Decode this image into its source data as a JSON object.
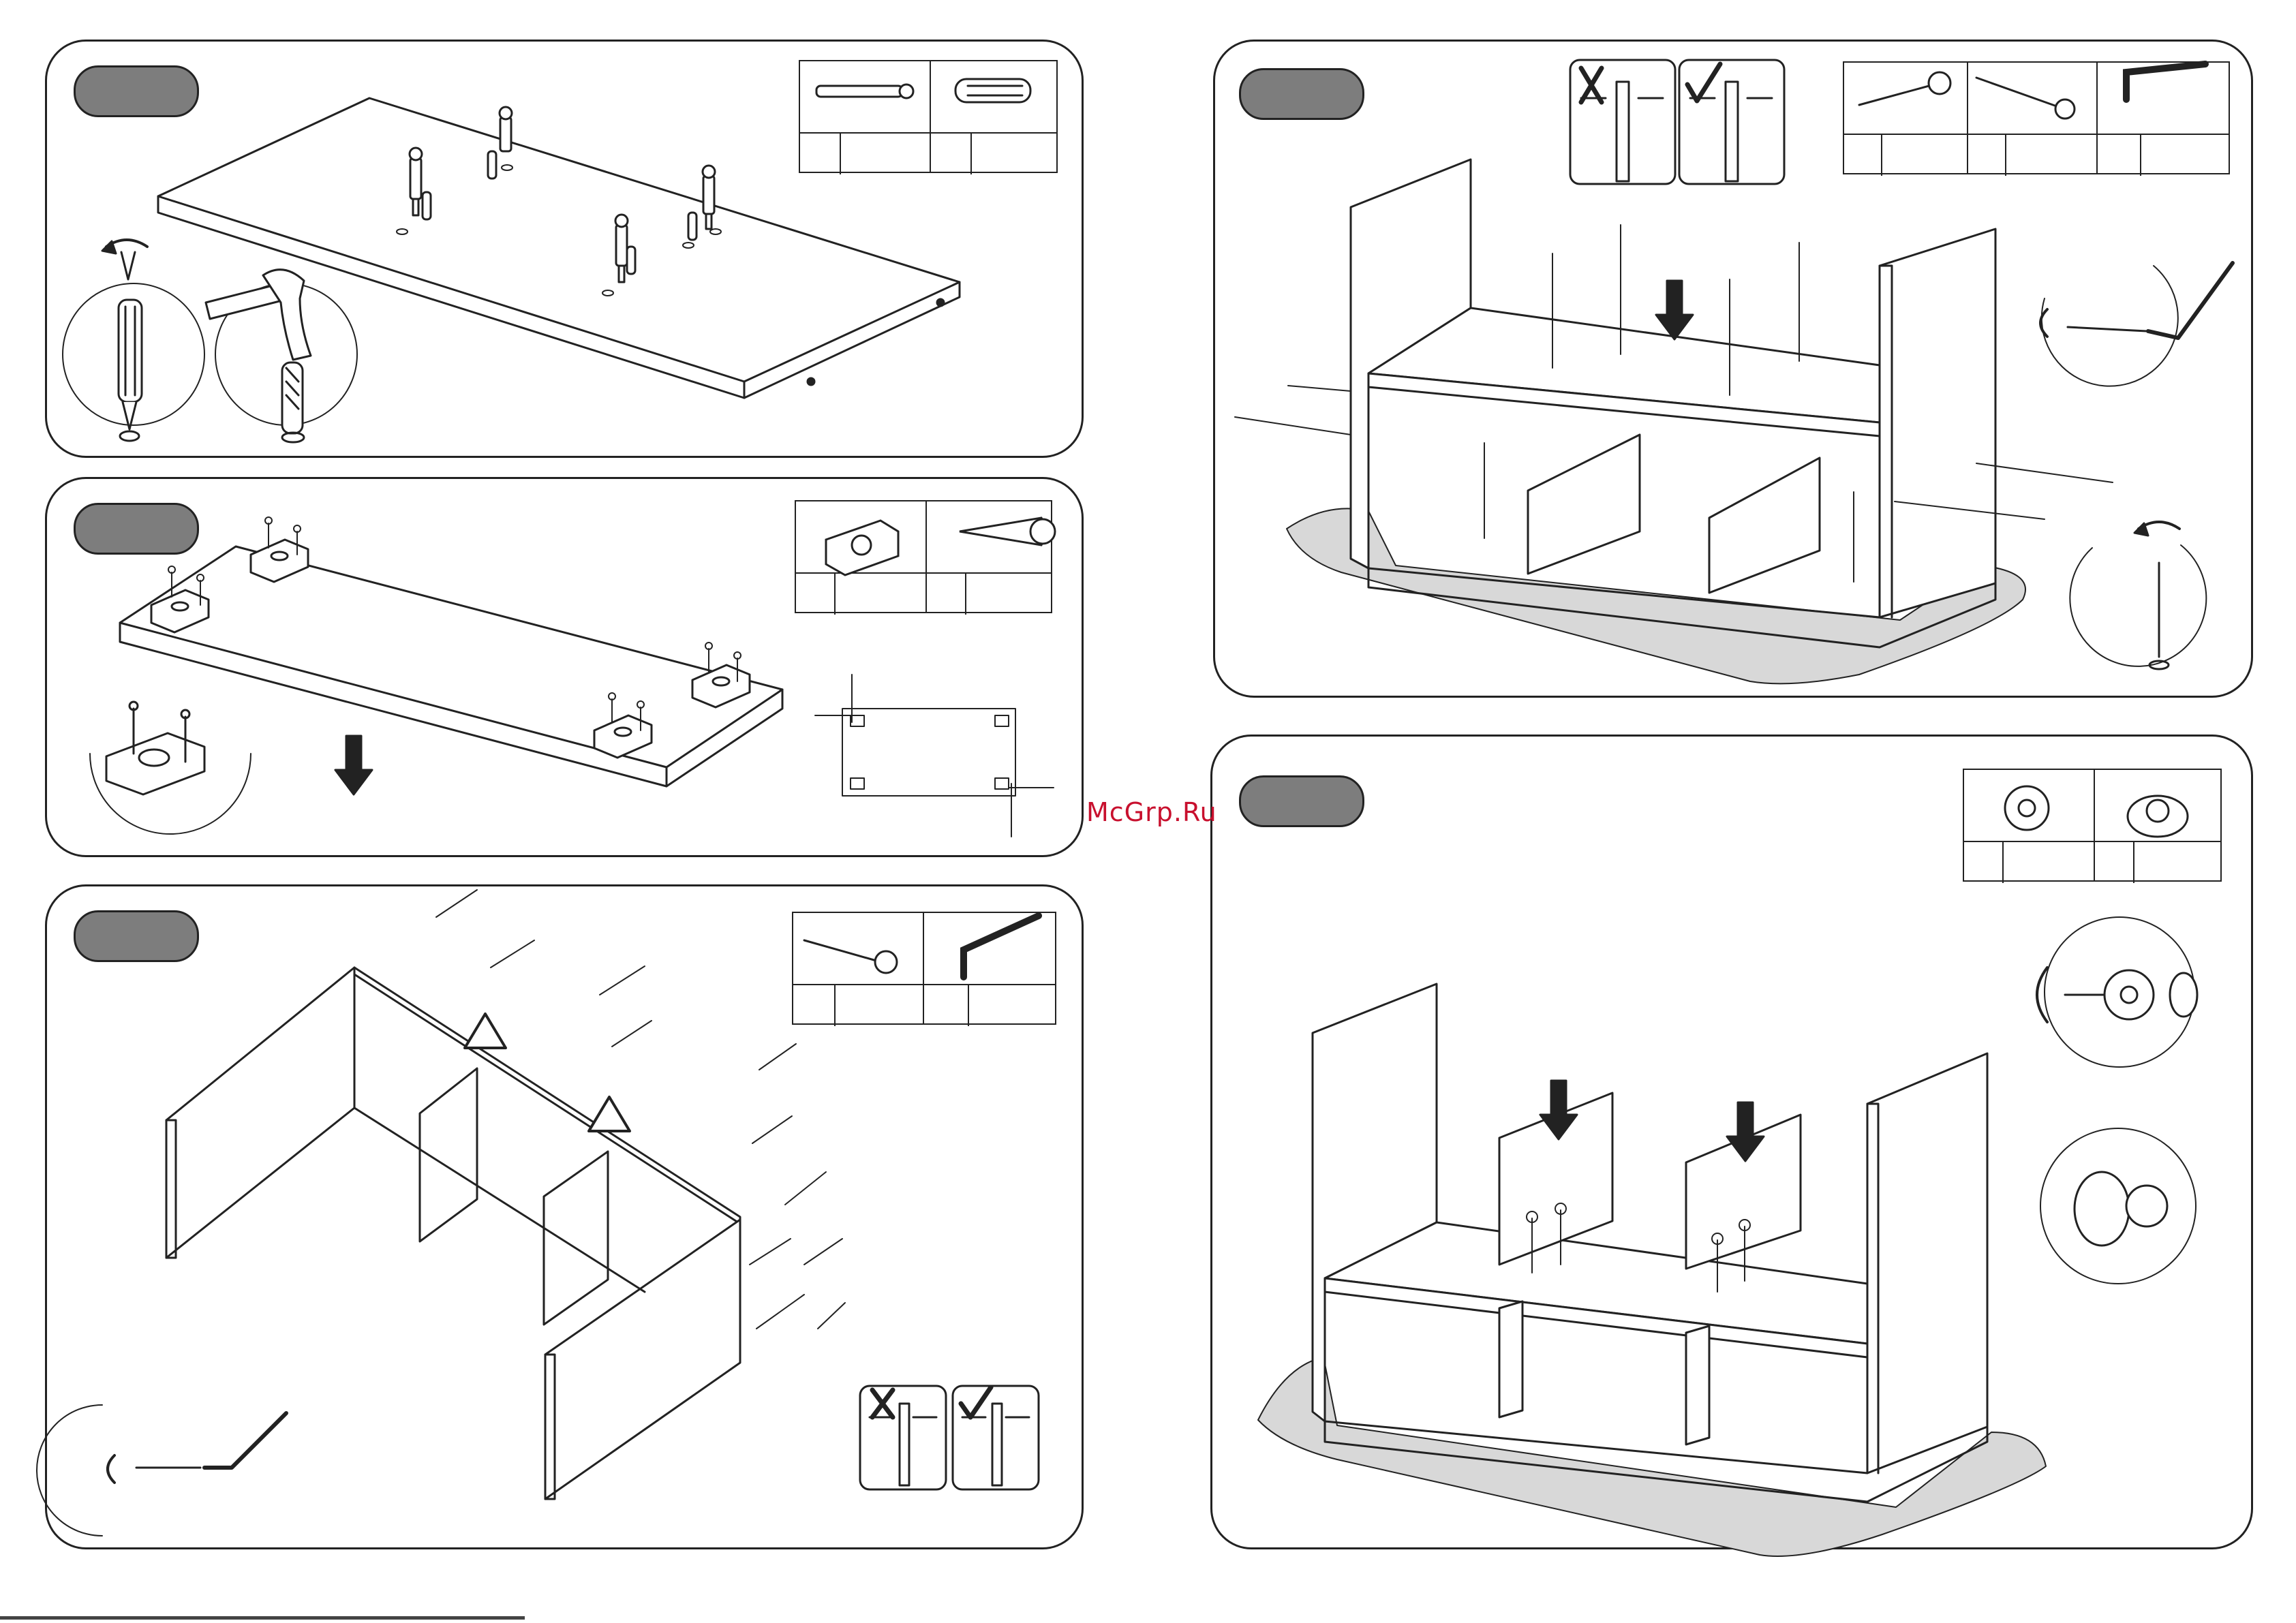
{
  "watermark": "McGrp.Ru",
  "panels": [
    {
      "id": "step-1",
      "icons": [
        "cam-bolt-icon",
        "wood-dowel-icon",
        "screwdriver-icon",
        "hammer-icon"
      ]
    },
    {
      "id": "step-2",
      "icons": [
        "corner-bracket-icon",
        "screw-icon",
        "screwdriver-icon",
        "arrow-down-icon"
      ]
    },
    {
      "id": "step-3",
      "icons": [
        "confirmat-screw-icon",
        "allen-key-icon",
        "warning-triangle-icon",
        "check-icon",
        "cross-icon"
      ]
    },
    {
      "id": "step-4",
      "icons": [
        "screw-icon",
        "confirmat-screw-icon",
        "allen-key-icon",
        "check-icon",
        "cross-icon",
        "arrow-down-icon"
      ]
    },
    {
      "id": "step-5",
      "icons": [
        "cam-lock-icon",
        "cap-icon",
        "screwdriver-icon",
        "arrow-down-icon"
      ]
    }
  ],
  "colors": {
    "line": "#222222",
    "tag": "#7d7d7d",
    "shadow": "#d8d8d8",
    "watermark": "#c8102e"
  }
}
